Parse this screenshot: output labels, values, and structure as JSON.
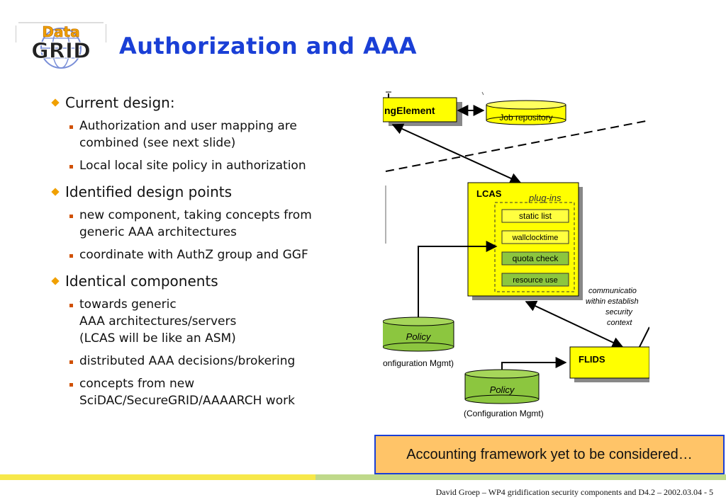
{
  "logo": {
    "top_text": "Data",
    "bottom_text": "GRID"
  },
  "title": "Authorization and AAA",
  "bullets": [
    {
      "text": "Current design:",
      "children": [
        {
          "lines": [
            "Authorization and user mapping are",
            "combined (see next slide)"
          ]
        },
        {
          "lines": [
            "Local local site policy in authorization"
          ]
        }
      ]
    },
    {
      "text": "Identified design points",
      "children": [
        {
          "lines": [
            "new component, taking concepts from",
            "generic AAA architectures"
          ]
        },
        {
          "lines": [
            "coordinate with AuthZ group and GGF"
          ]
        }
      ]
    },
    {
      "text": "Identical components",
      "children": [
        {
          "lines": [
            "towards generic",
            "AAA architectures/servers",
            "(LCAS will be like an ASM)"
          ]
        },
        {
          "lines": [
            "distributed AAA decisions/brokering"
          ]
        },
        {
          "lines": [
            "concepts from new",
            "SciDAC/SecureGRID/AAAARCH work"
          ]
        }
      ]
    }
  ],
  "diagram": {
    "gatekeeper_label": "ngElement",
    "job_repository": "Job repository",
    "lcas_label": "LCAS",
    "plugins_label": "plug-ins",
    "plugins": [
      "static list",
      "wallclocktime",
      "quota check",
      "resource use"
    ],
    "policy_left": "Policy",
    "policy_left_caption": "onfiguration Mgmt)",
    "policy_right": "Policy",
    "policy_right_caption": "(Configuration Mgmt)",
    "flids_label": "FLIDS",
    "comm_lines": [
      "communicatio",
      "within establish",
      "security",
      "context"
    ]
  },
  "callout": "Accounting framework yet to be considered…",
  "footer": "David Groep – WP4 gridification security components and D4.2 – 2002.03.04  -  5",
  "colors": {
    "title": "#1a3fd6",
    "box_yellow": "#ffff00",
    "plugin_green": "#8cc63f",
    "callout_fill": "#ffc468",
    "bullet_diamond": "#f0a000",
    "bullet_square": "#d05000"
  }
}
